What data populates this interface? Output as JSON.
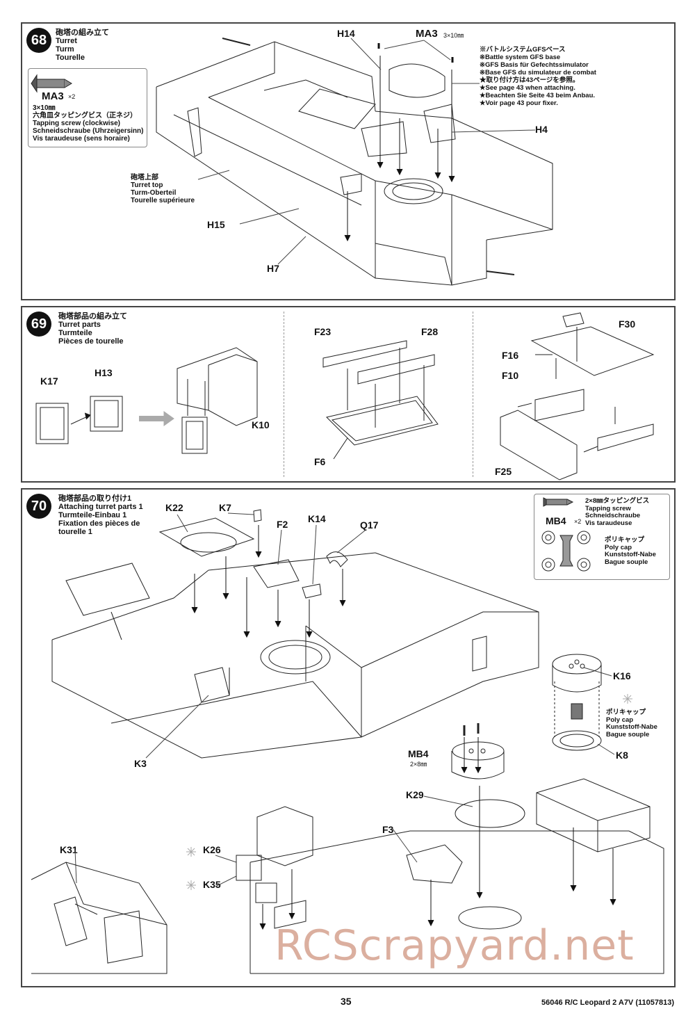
{
  "step68": {
    "number": "68",
    "title_jp": "砲塔の組み立て",
    "title_en": "Turret",
    "title_de": "Turm",
    "title_fr": "Tourelle",
    "screw_name": "MA3",
    "screw_qty": "×2",
    "screw_size": "3×10㎜",
    "screw_jp": "六角皿タッピングビス（正ネジ）",
    "screw_en": "Tapping screw (clockwise)",
    "screw_de": "Schneidschraube (Uhrzeigersinn)",
    "screw_fr": "Vis taraudeuse (sens horaire)",
    "turret_top_jp": "砲塔上部",
    "turret_top_en": "Turret top",
    "turret_top_de": "Turm-Oberteil",
    "turret_top_fr": "Tourelle supérieure",
    "callout_ma3": "MA3",
    "callout_ma3_size": "3×10㎜",
    "notes": [
      "※バトルシステムGFSベース",
      "※Battle system GFS base",
      "※GFS Basis für Gefechtssimulator",
      "※Base GFS du simulateur de combat",
      "★取り付け方は43ページを参照。",
      "★See page 43 when attaching.",
      "★Beachten Sie Seite 43 beim Anbau.",
      "★Voir page 43 pour fixer."
    ],
    "labels": {
      "h14": "H14",
      "h4": "H4",
      "h15": "H15",
      "h7": "H7"
    }
  },
  "step69": {
    "number": "69",
    "title_jp": "砲塔部品の組み立て",
    "title_en": "Turret parts",
    "title_de": "Turmteile",
    "title_fr": "Pièces de tourelle",
    "labels": {
      "k17": "K17",
      "h13": "H13",
      "k10": "K10",
      "f23": "F23",
      "f28": "F28",
      "f6": "F6",
      "f30": "F30",
      "f16": "F16",
      "f10": "F10",
      "f25": "F25"
    }
  },
  "step70": {
    "number": "70",
    "title_jp": "砲塔部品の取り付け1",
    "title_en": "Attaching turret parts 1",
    "title_de": "Turmteile-Einbau 1",
    "title_fr": "Fixation des pièces de",
    "title_fr2": "tourelle 1",
    "legend": {
      "screw_size_jp": "2×8㎜タッピングビス",
      "screw_en": "Tapping screw",
      "screw_de": "Schneidschraube",
      "screw_fr": "Vis taraudeuse",
      "screw_name": "MB4",
      "screw_qty": "×2",
      "polycap_jp": "ポリキャップ",
      "polycap_en": "Poly cap",
      "polycap_de": "Kunststoff-Nabe",
      "polycap_fr": "Bague souple"
    },
    "polycap_note": {
      "jp": "ポリキャップ",
      "en": "Poly cap",
      "de": "Kunststoff-Nabe",
      "fr": "Bague souple"
    },
    "labels": {
      "k22": "K22",
      "k7": "K7",
      "f2": "F2",
      "k14": "K14",
      "q17": "Q17",
      "k16": "K16",
      "k8": "K8",
      "k3": "K3",
      "mb4": "MB4",
      "mb4_size": "2×8㎜",
      "k29": "K29",
      "f3": "F3",
      "k31": "K31",
      "k26": "K26",
      "k35": "K35"
    }
  },
  "page_number": "35",
  "footer": "56046 R/C Leopard 2 A7V (11057813)",
  "watermark": "RCScrapyard.net"
}
